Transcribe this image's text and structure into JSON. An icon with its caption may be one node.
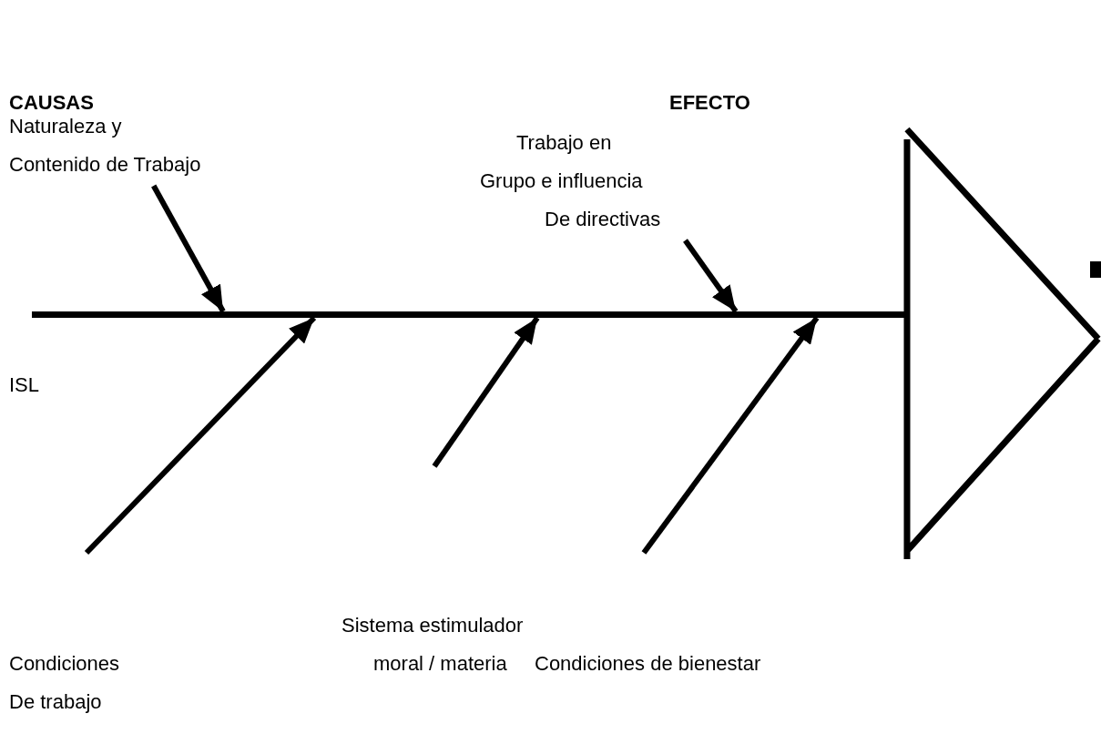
{
  "diagram": {
    "nodes": [
      {
        "text": [
          "Naturaleza y Contenido de Trabajo"
        ]
      },
      {
        "text": [
          "Trabajo en Grupo e influencia De directivas"
        ]
      },
      {
        "text": [],
        "shape": "bar"
      },
      {
        "text": [],
        "shape": "triangle"
      }
    ],
    "edges": [
      {
        "from": 0,
        "to": 2,
        "arrow": "to"
      },
      {
        "from": 1,
        "to": 2,
        "arrow": "to"
      },
      {
        "from": null,
        "to": 2,
        "arrow": "to"
      },
      {
        "from": null,
        "to": 2,
        "arrow": "to"
      },
      {
        "from": null,
        "to": 2,
        "arrow": "to"
      }
    ],
    "labels": [
      "CAUSAS",
      "EFECTO",
      "ISL",
      "Sistema estimulador moral / materia",
      "Condiciones De trabajo",
      "Condiciones de bienestar"
    ]
  }
}
